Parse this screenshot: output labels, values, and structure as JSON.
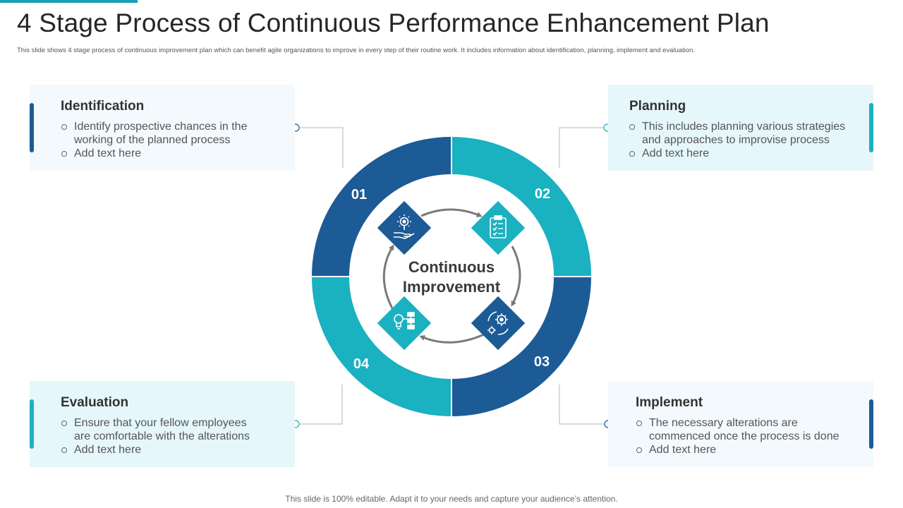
{
  "header": {
    "title": "4 Stage Process of Continuous Performance Enhancement Plan",
    "subtitle": "This slide shows 4 stage process of continuous improvement plan which can benefit agile organizations to improve in every step of their routine work. It includes information about identification, planning, implement  and evaluation."
  },
  "center": {
    "line1": "Continuous",
    "line2": "Improvement"
  },
  "stages": [
    {
      "number": "01",
      "title": "Identification",
      "bullets": [
        "Identify prospective chances in the working of the planned process",
        "Add text here"
      ],
      "icon": "hand-gear-icon"
    },
    {
      "number": "02",
      "title": "Planning",
      "bullets": [
        "This includes planning various strategies and approaches to improvise process",
        "Add text here"
      ],
      "icon": "clipboard-checklist-icon"
    },
    {
      "number": "03",
      "title": "Implement",
      "bullets": [
        "The necessary alterations are commenced once the process is done",
        "Add text here"
      ],
      "icon": "gears-cycle-icon"
    },
    {
      "number": "04",
      "title": "Evaluation",
      "bullets": [
        "Ensure that your fellow employees are comfortable with the alterations",
        "Add text here"
      ],
      "icon": "bulb-flowchart-icon"
    }
  ],
  "colors": {
    "dark_blue": "#1c5b96",
    "teal": "#1ab1c1",
    "card_light": "#f3f9fd",
    "card_cyan": "#e6f7fb",
    "connector": "#b5b5b5"
  },
  "footer": {
    "text": "This slide is 100% editable. Adapt it to your needs and capture your audience’s attention."
  }
}
